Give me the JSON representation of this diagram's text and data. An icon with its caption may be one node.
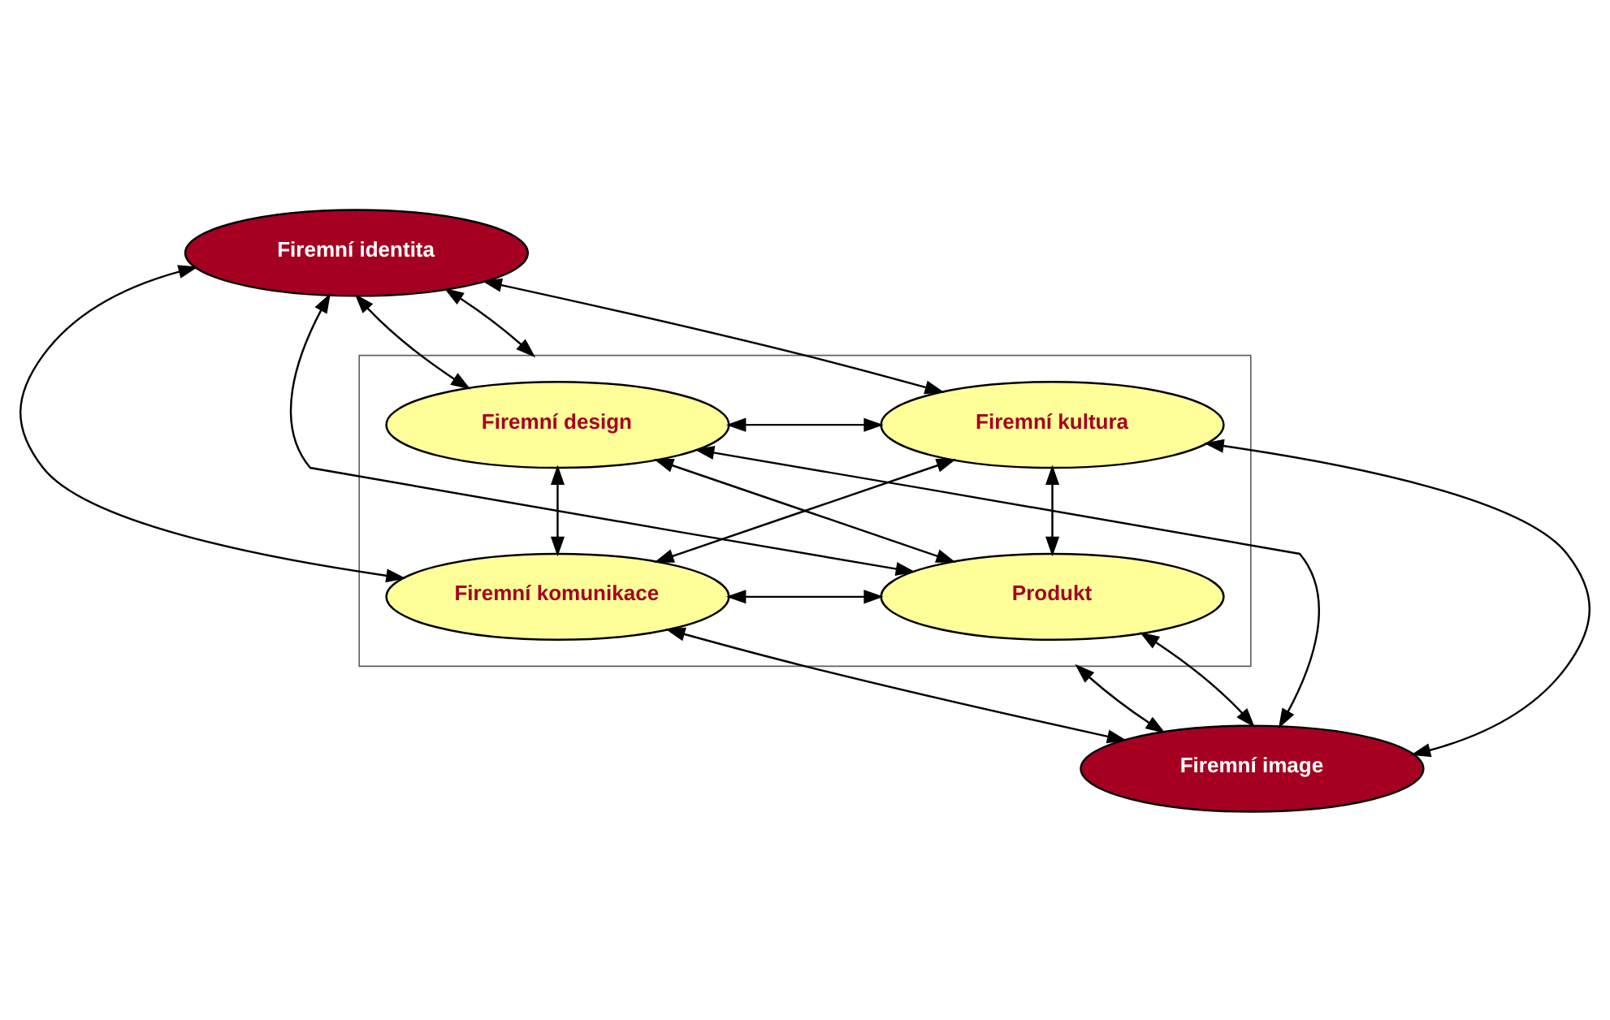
{
  "diagram": {
    "nodes": [
      {
        "text": [
          "Firemní identita"
        ]
      },
      {
        "text": [],
        "shape": "box"
      },
      {
        "text": [
          "Firemní design"
        ],
        "in": 1
      },
      {
        "text": [
          "Firemní kultura"
        ],
        "in": 1
      },
      {
        "text": [
          "Firemní komunikace"
        ],
        "in": 1
      },
      {
        "text": [
          "Produkt"
        ],
        "in": 1
      },
      {
        "text": [
          "Firemní image"
        ]
      }
    ],
    "edges": [
      {
        "from": 0,
        "to": 2,
        "arrow": "both"
      },
      {
        "from": 0,
        "to": 1,
        "arrow": "both"
      },
      {
        "from": 0,
        "to": 3,
        "arrow": "both"
      },
      {
        "from": 0,
        "to": 4,
        "arrow": "both"
      },
      {
        "from": 0,
        "to": 5,
        "arrow": "both"
      },
      {
        "from": 2,
        "to": 3,
        "arrow": "both"
      },
      {
        "from": 2,
        "to": 4,
        "arrow": "both"
      },
      {
        "from": 2,
        "to": 5,
        "arrow": "both"
      },
      {
        "from": 3,
        "to": 4,
        "arrow": "both"
      },
      {
        "from": 3,
        "to": 5,
        "arrow": "both"
      },
      {
        "from": 4,
        "to": 5,
        "arrow": "both"
      },
      {
        "from": 2,
        "to": 6,
        "arrow": "both"
      },
      {
        "from": 3,
        "to": 6,
        "arrow": "both"
      },
      {
        "from": 1,
        "to": 6,
        "arrow": "both"
      },
      {
        "from": 4,
        "to": 6,
        "arrow": "both"
      },
      {
        "from": 5,
        "to": 6,
        "arrow": "both"
      }
    ]
  }
}
